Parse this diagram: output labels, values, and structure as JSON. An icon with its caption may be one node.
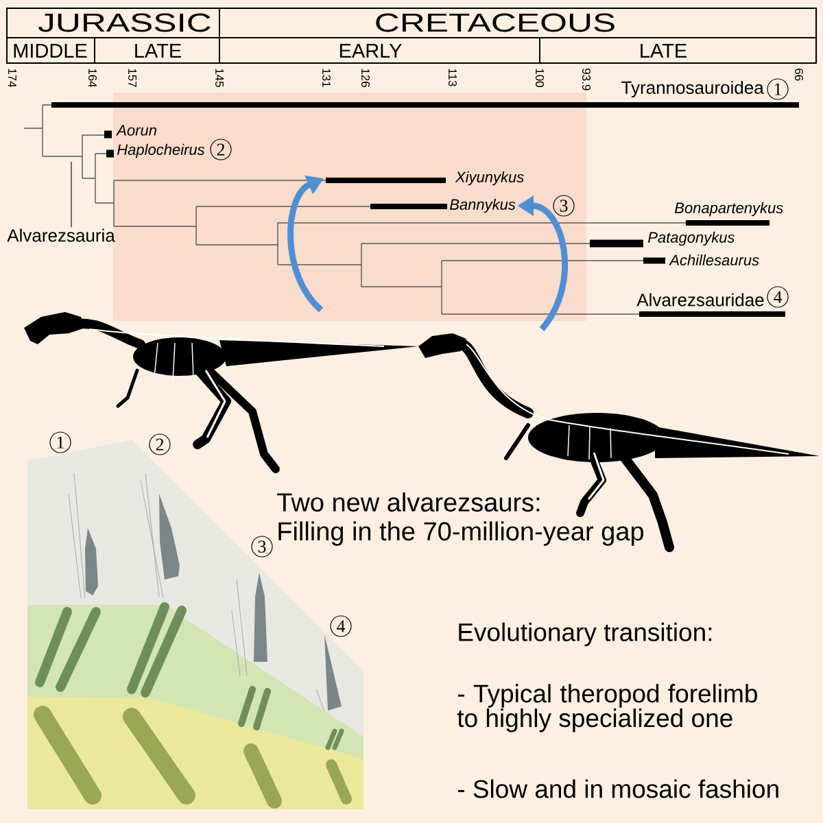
{
  "diagram": {
    "nodes": [
      {
        "text": [
          "Xiyunykus"
        ]
      },
      {
        "text": [
          "Bannykus"
        ]
      },
      {
        "text": [],
        "shape": "picture"
      },
      {
        "text": [],
        "shape": "picture"
      },
      {
        "text": [
          "Alvarezsauria"
        ]
      }
    ],
    "edges": [
      {
        "from": 2,
        "to": 0,
        "arrow": "to",
        "color": "#4f8fd4"
      },
      {
        "from": 3,
        "to": 1,
        "arrow": "to",
        "color": "#4f8fd4"
      },
      {
        "from": 4,
        "to": null,
        "arrow": "none",
        "color": "#333333"
      }
    ],
    "labels": [
      "JURASSIC",
      "CRETACEOUS",
      "MIDDLE",
      "LATE",
      "EARLY",
      "LATE",
      "174",
      "164",
      "157",
      "145",
      "131",
      "126",
      "113",
      "100",
      "93.9",
      "66",
      "Tyrannosauroidea",
      "1",
      "Aorun",
      "Haplocheirus",
      "2",
      "3",
      "Bonapartenykus",
      "Patagonykus",
      "Achillesaurus",
      "Alvarezsauridae",
      "4",
      "1",
      "2",
      "Two new alvarezsaurs:",
      "Filling in the 70-million-year gap",
      "3",
      "4",
      "Evolutionary transition:",
      "- Typical theropod forelimb to highly specialized one",
      "- Slow and in mosaic fashion"
    ]
  }
}
